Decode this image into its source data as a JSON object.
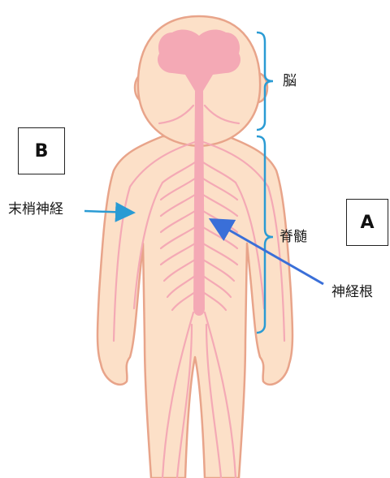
{
  "labels": {
    "brain": "脳",
    "spinal_cord": "脊髄",
    "peripheral_nerve": "末梢神経",
    "nerve_root": "神経根"
  },
  "boxes": {
    "a": "A",
    "b": "B"
  },
  "colors": {
    "skin": "#fce0c8",
    "outline": "#e8a48a",
    "nerve": "#f4a9b5",
    "bracket": "#2a9bd4",
    "arrow_blue": "#2a9bd4",
    "arrow_blue_dark": "#3a6fd8"
  }
}
